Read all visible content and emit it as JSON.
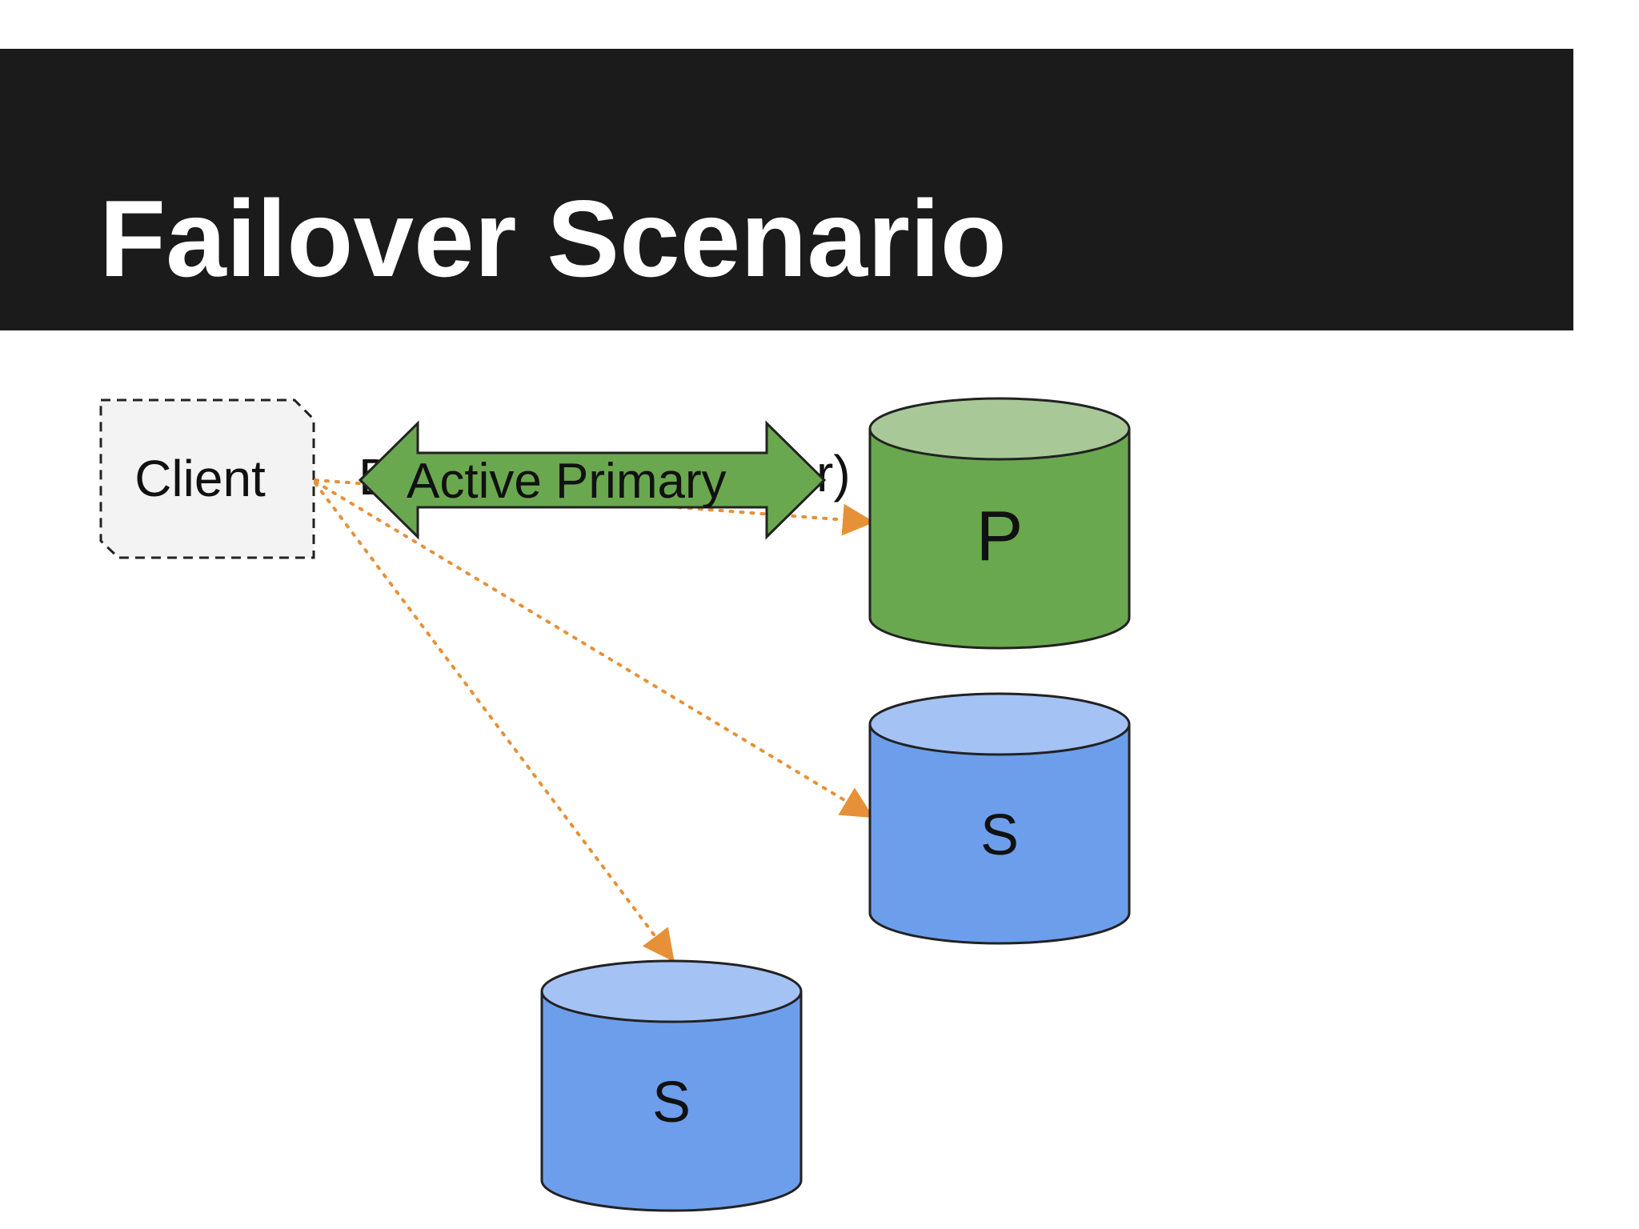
{
  "slide": {
    "title": "Failover Scenario"
  },
  "diagram": {
    "client": {
      "label": "Client"
    },
    "hidden_label": {
      "text_left": "D",
      "text_right": "r)"
    },
    "arrow": {
      "label": "Active Primary"
    },
    "nodes": [
      {
        "id": "primary",
        "label": "P",
        "role": "primary"
      },
      {
        "id": "secondary-1",
        "label": "S",
        "role": "secondary"
      },
      {
        "id": "secondary-2",
        "label": "S",
        "role": "secondary"
      }
    ]
  },
  "colors": {
    "title_bar": "#1b1b1b",
    "primary_body": "#6aa84f",
    "primary_top": "#a8c997",
    "secondary_body": "#6d9eeb",
    "secondary_top": "#a4c2f4",
    "connector": "#e69138",
    "client_fill": "#f3f3f3",
    "arrow_fill": "#6aa84f"
  }
}
